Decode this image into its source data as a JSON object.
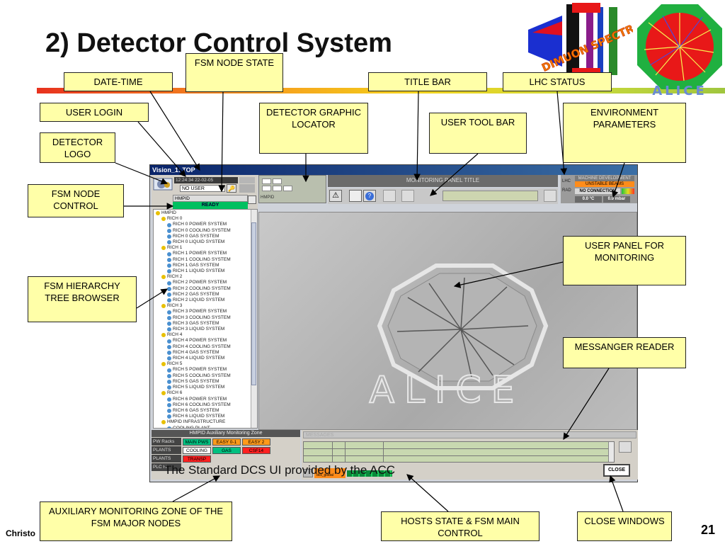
{
  "slide": {
    "title": "2) Detector Control  System",
    "author": "Christo",
    "page_number": "21",
    "caption": "The Standard DCS UI provided by the ACC"
  },
  "callouts": {
    "fsm_node_state": "FSM NODE STATE",
    "date_time": "DATE-TIME",
    "title_bar": "TITLE BAR",
    "lhc_status": "LHC STATUS",
    "user_login": "USER LOGIN",
    "detector_graphic_locator": "DETECTOR GRAPHIC LOCATOR",
    "user_tool_bar": "USER TOOL BAR",
    "environment_parameters": "ENVIRONMENT PARAMETERS",
    "detector_logo": "DETECTOR LOGO",
    "fsm_node_control": "FSM NODE CONTROL",
    "user_panel_for_monitoring": "USER PANEL FOR MONITORING",
    "fsm_hierarchy_tree_browser": "FSM HIERARCHY TREE BROWSER",
    "messanger_reader": "MESSANGER READER",
    "auxiliary_monitoring_zone": "AUXILIARY MONITORING ZONE OF THE FSM MAJOR NODES",
    "hosts_state": "HOSTS STATE & FSM MAIN CONTROL",
    "close_windows": "CLOSE WINDOWS"
  },
  "logos": {
    "dimuon": "DIMUON SPECTROMETER",
    "alice": "ALICE"
  },
  "window": {
    "title": "Vision_1: TOP",
    "datetime": "12:24:34  22-02-05",
    "user_field": "NO USER",
    "node_name": "HMPID",
    "node_state": "READY",
    "locator_label": "HMPID",
    "panel_title": "MONITORING PANEL TITLE",
    "lhc_label": "LHC",
    "rad_label": "RAD",
    "lhc_mode": "MACHINE DEVELOPMENT",
    "lhc_beams": "UNSTABLE BEAMS",
    "rad_status": "NO CONNECTION",
    "temperature": "0.0 °C",
    "pressure": "0.0 mbar",
    "close_label": "CLOSE",
    "messages_title": "MESSAGES",
    "watermark": "ALICE",
    "status_colors": {
      "ready": "#00c060",
      "unstable": "#ff8c1a",
      "error": "#ff2020"
    }
  },
  "tree": {
    "root": "HMPID",
    "items": [
      {
        "label": "RICH 0",
        "level": 1
      },
      {
        "label": "RICH 0 POWER SYSTEM",
        "level": 2
      },
      {
        "label": "RICH 0 COOLING SYSTEM",
        "level": 2
      },
      {
        "label": "RICH 0 GAS SYSTEM",
        "level": 2
      },
      {
        "label": "RICH 0 LIQUID SYSTEM",
        "level": 2
      },
      {
        "label": "RICH 1",
        "level": 1
      },
      {
        "label": "RICH 1 POWER SYSTEM",
        "level": 2
      },
      {
        "label": "RICH 1 COOLING SYSTEM",
        "level": 2
      },
      {
        "label": "RICH 1 GAS SYSTEM",
        "level": 2
      },
      {
        "label": "RICH 1 LIQUID SYSTEM",
        "level": 2
      },
      {
        "label": "RICH 2",
        "level": 1
      },
      {
        "label": "RICH 2 POWER SYSTEM",
        "level": 2
      },
      {
        "label": "RICH 2 COOLING SYSTEM",
        "level": 2
      },
      {
        "label": "RICH 2 GAS SYSTEM",
        "level": 2
      },
      {
        "label": "RICH 2 LIQUID SYSTEM",
        "level": 2
      },
      {
        "label": "RICH 3",
        "level": 1
      },
      {
        "label": "RICH 3 POWER SYSTEM",
        "level": 2
      },
      {
        "label": "RICH 3 COOLING SYSTEM",
        "level": 2
      },
      {
        "label": "RICH 3 GAS SYSTEM",
        "level": 2
      },
      {
        "label": "RICH 3 LIQUID SYSTEM",
        "level": 2
      },
      {
        "label": "RICH 4",
        "level": 1
      },
      {
        "label": "RICH 4 POWER SYSTEM",
        "level": 2
      },
      {
        "label": "RICH 4 COOLING SYSTEM",
        "level": 2
      },
      {
        "label": "RICH 4 GAS SYSTEM",
        "level": 2
      },
      {
        "label": "RICH 4 LIQUID SYSTEM",
        "level": 2
      },
      {
        "label": "RICH 5",
        "level": 1
      },
      {
        "label": "RICH 5 POWER SYSTEM",
        "level": 2
      },
      {
        "label": "RICH 5 COOLING SYSTEM",
        "level": 2
      },
      {
        "label": "RICH 5 GAS SYSTEM",
        "level": 2
      },
      {
        "label": "RICH 5 LIQUID SYSTEM",
        "level": 2
      },
      {
        "label": "RICH 6",
        "level": 1
      },
      {
        "label": "RICH 6 POWER SYSTEM",
        "level": 2
      },
      {
        "label": "RICH 6 COOLING SYSTEM",
        "level": 2
      },
      {
        "label": "RICH 6 GAS SYSTEM",
        "level": 2
      },
      {
        "label": "RICH 6 LIQUID SYSTEM",
        "level": 2
      },
      {
        "label": "HMPID INFRASTRUCTURE",
        "level": 1
      },
      {
        "label": "COOLING PLANT",
        "level": 2
      }
    ]
  },
  "aux_zone": {
    "title": "HMPID Auxiliary Monitoring Zone",
    "rows": [
      {
        "label": "PW Racks",
        "cells": [
          {
            "text": "MAIN PWS",
            "color": "#00c080"
          },
          {
            "text": "EASY 0-1",
            "color": "#ff9a1a"
          },
          {
            "text": "EASY 2",
            "color": "#ff9a1a"
          }
        ]
      },
      {
        "label": "PLANTS",
        "cells": [
          {
            "text": "COOLING",
            "color": "#ffffff"
          },
          {
            "text": "GAS",
            "color": "#00c080"
          },
          {
            "text": "CSF14",
            "color": "#ff2020"
          }
        ]
      },
      {
        "label": "PLANTS",
        "cells": [
          {
            "text": "TRANSP",
            "color": "#ff2020"
          }
        ]
      },
      {
        "label": "PLC H",
        "cells": []
      }
    ]
  },
  "hosts": {
    "label": "dcs_global"
  }
}
